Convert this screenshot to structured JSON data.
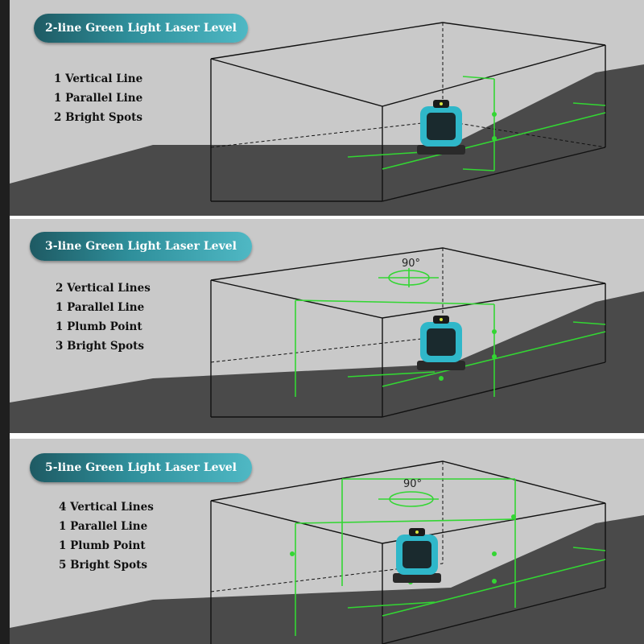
{
  "panels": [
    {
      "title": "2-line Green Light Laser Level",
      "features": [
        "1 Vertical Line",
        "1 Parallel Line",
        "2 Bright Spots"
      ]
    },
    {
      "title": "3-line Green Light Laser Level",
      "angle": "90°",
      "features": [
        "2 Vertical Lines",
        "1 Parallel Line",
        "1 Plumb Point",
        "3 Bright Spots"
      ]
    },
    {
      "title": "5-line Green Light Laser Level",
      "angle": "90°",
      "features": [
        "4 Vertical Lines",
        "1 Parallel Line",
        "1 Plumb Point",
        "5 Bright Spots"
      ]
    }
  ],
  "colors": {
    "laser": "#33d633",
    "badge": "#2f8f9b",
    "device": "#2fb7c9",
    "floor": "#4a4a4a",
    "wall": "#c9c9c9"
  }
}
